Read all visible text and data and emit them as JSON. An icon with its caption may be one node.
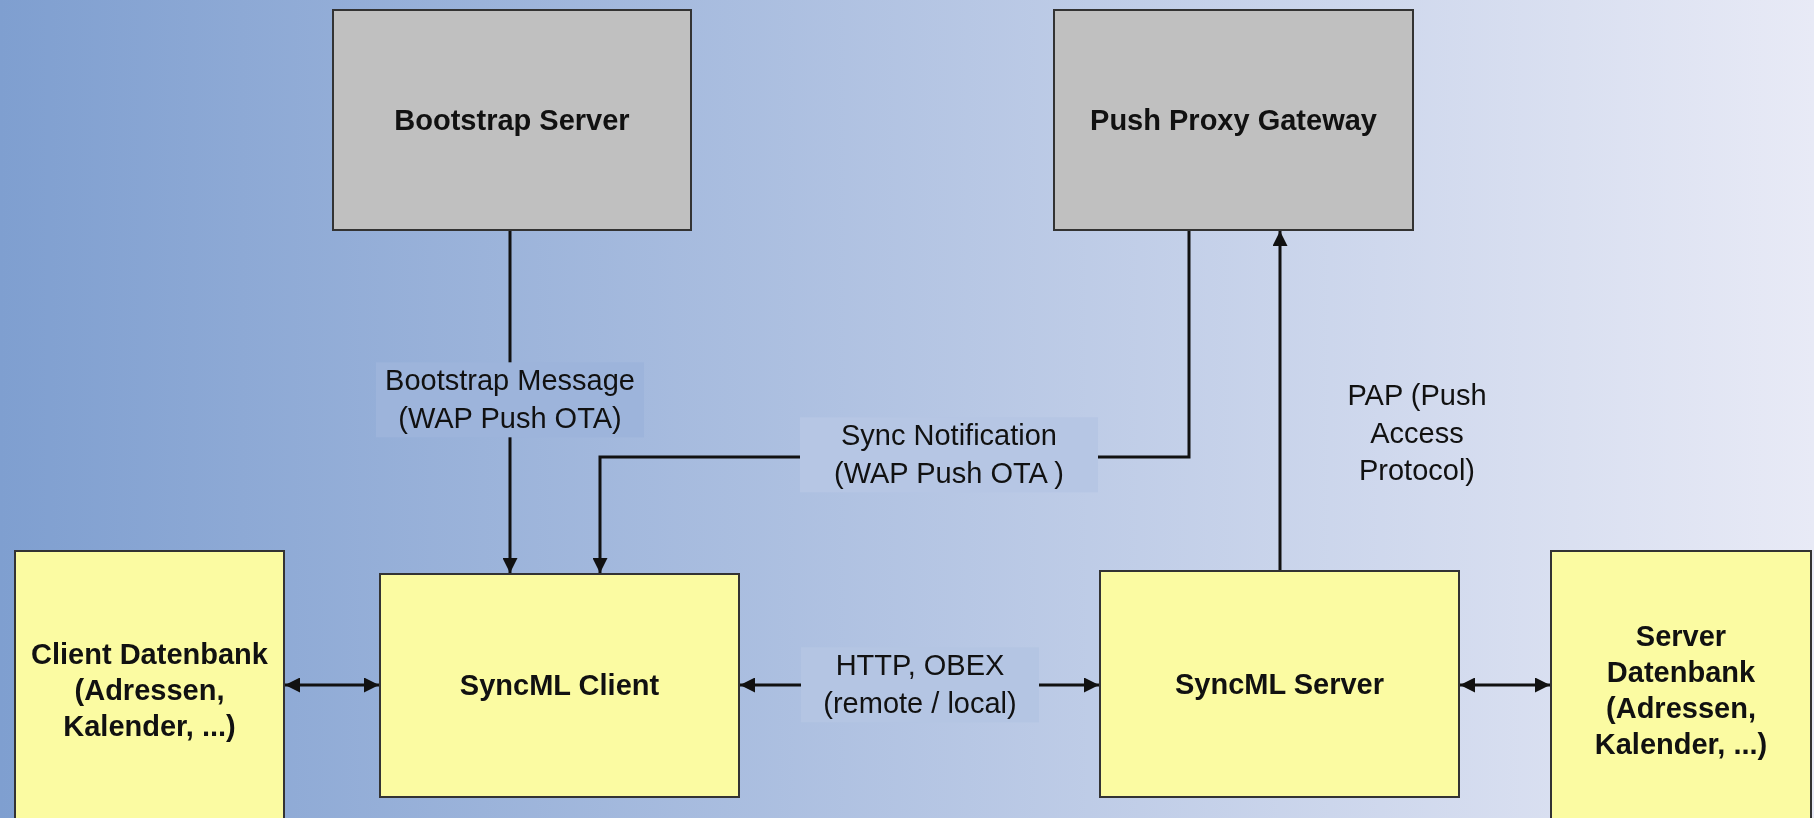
{
  "diagram": {
    "nodes": [
      {
        "text": [
          "Bootstrap Server"
        ]
      },
      {
        "text": [
          "Push Proxy Gateway"
        ]
      },
      {
        "text": [
          "Client Datenbank (Adressen, Kalender, ...)"
        ]
      },
      {
        "text": [
          "SyncML Client"
        ]
      },
      {
        "text": [
          "SyncML Server"
        ]
      },
      {
        "text": [
          "Server Datenbank (Adressen, Kalender, ...)"
        ]
      }
    ],
    "edges": [
      {
        "from": 0,
        "to": 3,
        "arrow": "to",
        "label": "Bootstrap Message (WAP Push OTA)"
      },
      {
        "from": 1,
        "to": 3,
        "arrow": "to",
        "label": "Sync Notification (WAP Push OTA )"
      },
      {
        "from": 4,
        "to": 1,
        "arrow": "to",
        "label": "PAP (Push Access Protocol)"
      },
      {
        "from": 2,
        "to": 3,
        "arrow": "both"
      },
      {
        "from": 3,
        "to": 4,
        "arrow": "both",
        "label": "HTTP, OBEX (remote / local)"
      },
      {
        "from": 4,
        "to": 5,
        "arrow": "both"
      }
    ]
  }
}
